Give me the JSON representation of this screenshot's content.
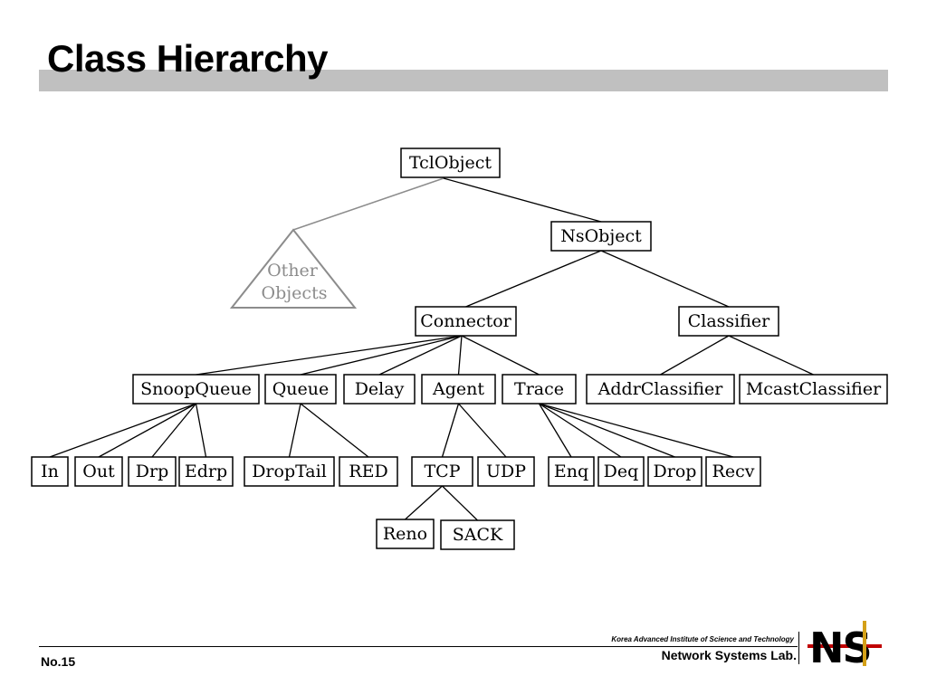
{
  "slide": {
    "title": "Class Hierarchy",
    "page_number": "No.15",
    "institute": "Korea Advanced Institute of Science and Technology",
    "lab": "Network Systems Lab.",
    "logo_letters": "NS"
  },
  "diagram": {
    "root": {
      "label": "TclObject"
    },
    "other_objects": {
      "line1": "Other",
      "line2": "Objects"
    },
    "nodes": [
      {
        "id": "nsobject",
        "label": "NsObject"
      },
      {
        "id": "connector",
        "label": "Connector"
      },
      {
        "id": "classifier",
        "label": "Classifier"
      },
      {
        "id": "snoopqueue",
        "label": "SnoopQueue"
      },
      {
        "id": "queue",
        "label": "Queue"
      },
      {
        "id": "delay",
        "label": "Delay"
      },
      {
        "id": "agent",
        "label": "Agent"
      },
      {
        "id": "trace",
        "label": "Trace"
      },
      {
        "id": "addrclassifier",
        "label": "AddrClassifier"
      },
      {
        "id": "mcastclassifier",
        "label": "McastClassifier"
      },
      {
        "id": "in",
        "label": "In"
      },
      {
        "id": "out",
        "label": "Out"
      },
      {
        "id": "drp",
        "label": "Drp"
      },
      {
        "id": "edrp",
        "label": "Edrp"
      },
      {
        "id": "droptail",
        "label": "DropTail"
      },
      {
        "id": "red",
        "label": "RED"
      },
      {
        "id": "tcp",
        "label": "TCP"
      },
      {
        "id": "udp",
        "label": "UDP"
      },
      {
        "id": "enq",
        "label": "Enq"
      },
      {
        "id": "deq",
        "label": "Deq"
      },
      {
        "id": "drop",
        "label": "Drop"
      },
      {
        "id": "recv",
        "label": "Recv"
      },
      {
        "id": "reno",
        "label": "Reno"
      },
      {
        "id": "sack",
        "label": "SACK"
      }
    ],
    "edges": [
      [
        "tclobject",
        "other_objects"
      ],
      [
        "tclobject",
        "nsobject"
      ],
      [
        "nsobject",
        "connector"
      ],
      [
        "nsobject",
        "classifier"
      ],
      [
        "connector",
        "snoopqueue"
      ],
      [
        "connector",
        "queue"
      ],
      [
        "connector",
        "delay"
      ],
      [
        "connector",
        "agent"
      ],
      [
        "connector",
        "trace"
      ],
      [
        "classifier",
        "addrclassifier"
      ],
      [
        "classifier",
        "mcastclassifier"
      ],
      [
        "snoopqueue",
        "in"
      ],
      [
        "snoopqueue",
        "out"
      ],
      [
        "snoopqueue",
        "drp"
      ],
      [
        "snoopqueue",
        "edrp"
      ],
      [
        "queue",
        "droptail"
      ],
      [
        "queue",
        "red"
      ],
      [
        "agent",
        "tcp"
      ],
      [
        "agent",
        "udp"
      ],
      [
        "trace",
        "enq"
      ],
      [
        "trace",
        "deq"
      ],
      [
        "trace",
        "drop"
      ],
      [
        "trace",
        "recv"
      ],
      [
        "tcp",
        "reno"
      ],
      [
        "tcp",
        "sack"
      ]
    ]
  }
}
